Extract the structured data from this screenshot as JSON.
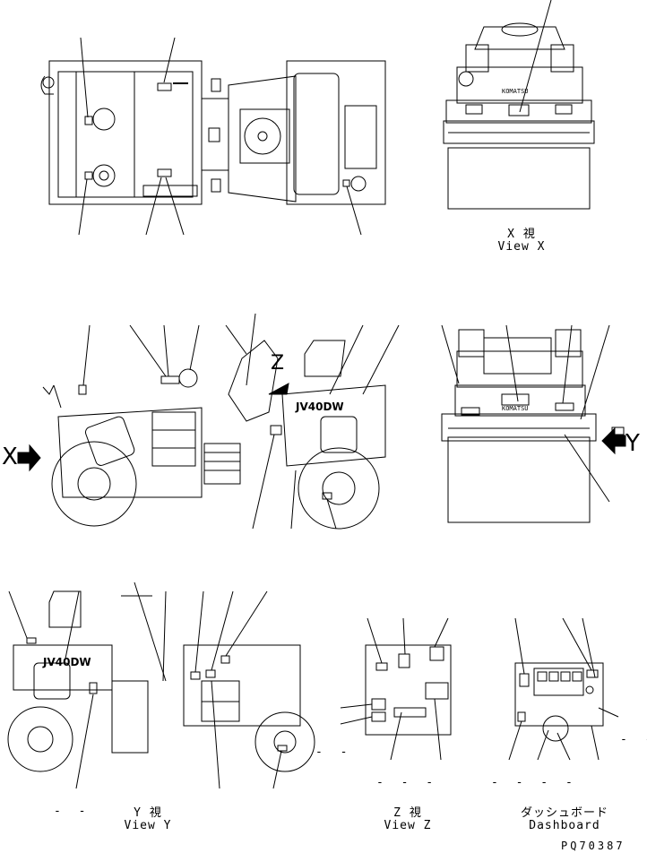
{
  "views": {
    "x": {
      "jp": "X 視",
      "en": "View X"
    },
    "y": {
      "jp": "Y 視",
      "en": "View Y"
    },
    "z": {
      "jp": "Z 視",
      "en": "View Z"
    },
    "dashboard": {
      "jp": "ダッシュボード",
      "en": "Dashboard"
    }
  },
  "arrows": {
    "x": "X",
    "y": "Y",
    "z": "Z"
  },
  "model_badge": "JV40DW",
  "brand_plate": "KOMATSU",
  "placeholders": {
    "left_group": "- -",
    "z_group_left": "- -",
    "z_group_bottom": "- - -",
    "dash_bottom": "- - - -",
    "dash_right": "- -"
  },
  "drawing_code": "PQ70387"
}
